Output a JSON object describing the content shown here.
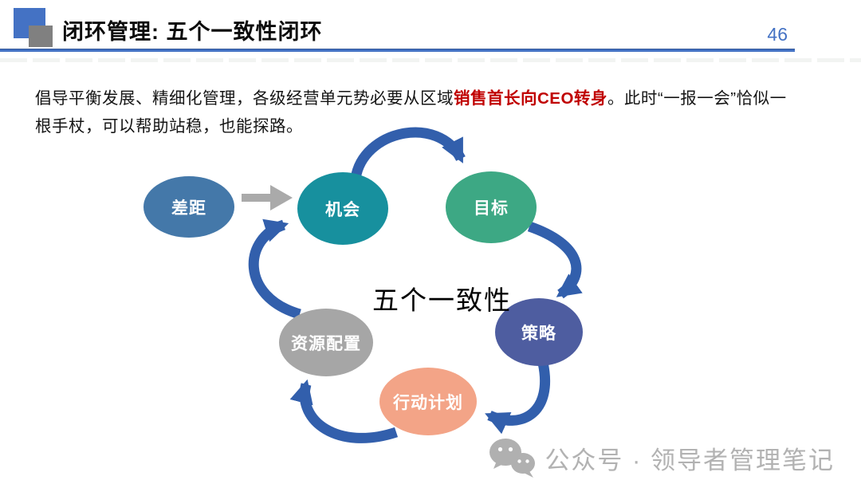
{
  "page": {
    "title": "闭环管理: 五个一致性闭环",
    "page_number": "46",
    "accent_color": "#4472C4",
    "deco_square_colors": {
      "blue": "#4472C4",
      "gray": "#808080"
    }
  },
  "paragraph": {
    "part1": "倡导平衡发展、精细化管理，各级经营单元势必要从区域",
    "highlight": "销售首长向CEO转身",
    "part2": "。此时“一报一会”恰似一根手杖，可以帮助站稳，也能探路。",
    "highlight_color": "#C00000"
  },
  "diagram": {
    "center_label": "五个一致性",
    "nodes": [
      {
        "id": "gap",
        "label": "差距",
        "color": "#4478A9"
      },
      {
        "id": "opportunity",
        "label": "机会",
        "color": "#17909E"
      },
      {
        "id": "goal",
        "label": "目标",
        "color": "#3DA884"
      },
      {
        "id": "strategy",
        "label": "策略",
        "color": "#4E5DA0"
      },
      {
        "id": "action-plan",
        "label": "行动计划",
        "color": "#F3A487"
      },
      {
        "id": "resources",
        "label": "资源配置",
        "color": "#A6A6A6"
      }
    ],
    "flow": [
      "差距→机会",
      "机会→目标",
      "目标→策略",
      "策略→行动计划",
      "行动计划→资源配置",
      "资源配置→机会"
    ],
    "arc_arrow_color": "#325FAC",
    "gray_arrow_color": "#AAAAAA"
  },
  "footer": {
    "watermark": "公众号 · 领导者管理笔记",
    "icon": "wechat-icon",
    "watermark_color": "#B2B2B2"
  }
}
